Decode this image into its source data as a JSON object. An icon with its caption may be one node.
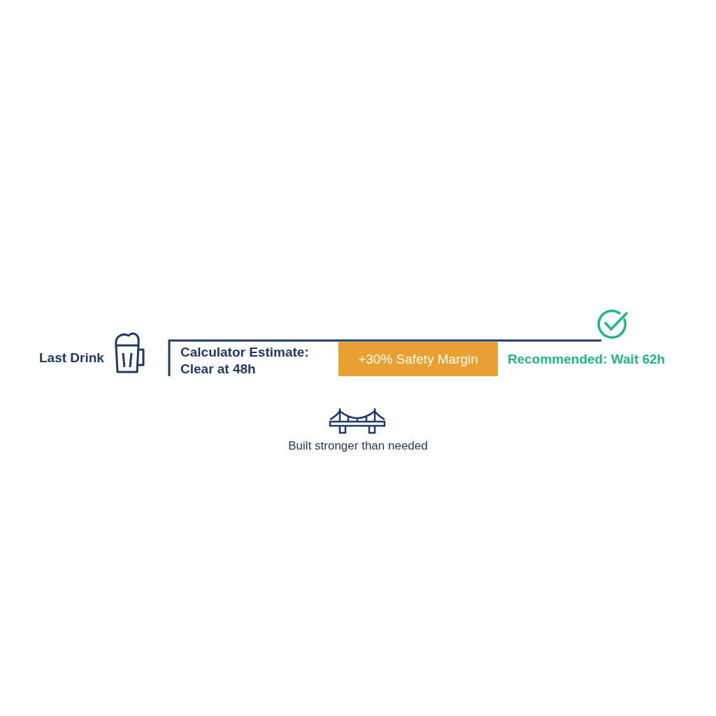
{
  "diagram": {
    "nodes": [
      {
        "text": [
          "+30% Safety Margin"
        ]
      }
    ],
    "labels": [
      "Last Drink",
      "Calculator Estimate: Clear at 48h",
      "Recommended: Wait 62h",
      "Built stronger than needed"
    ]
  }
}
